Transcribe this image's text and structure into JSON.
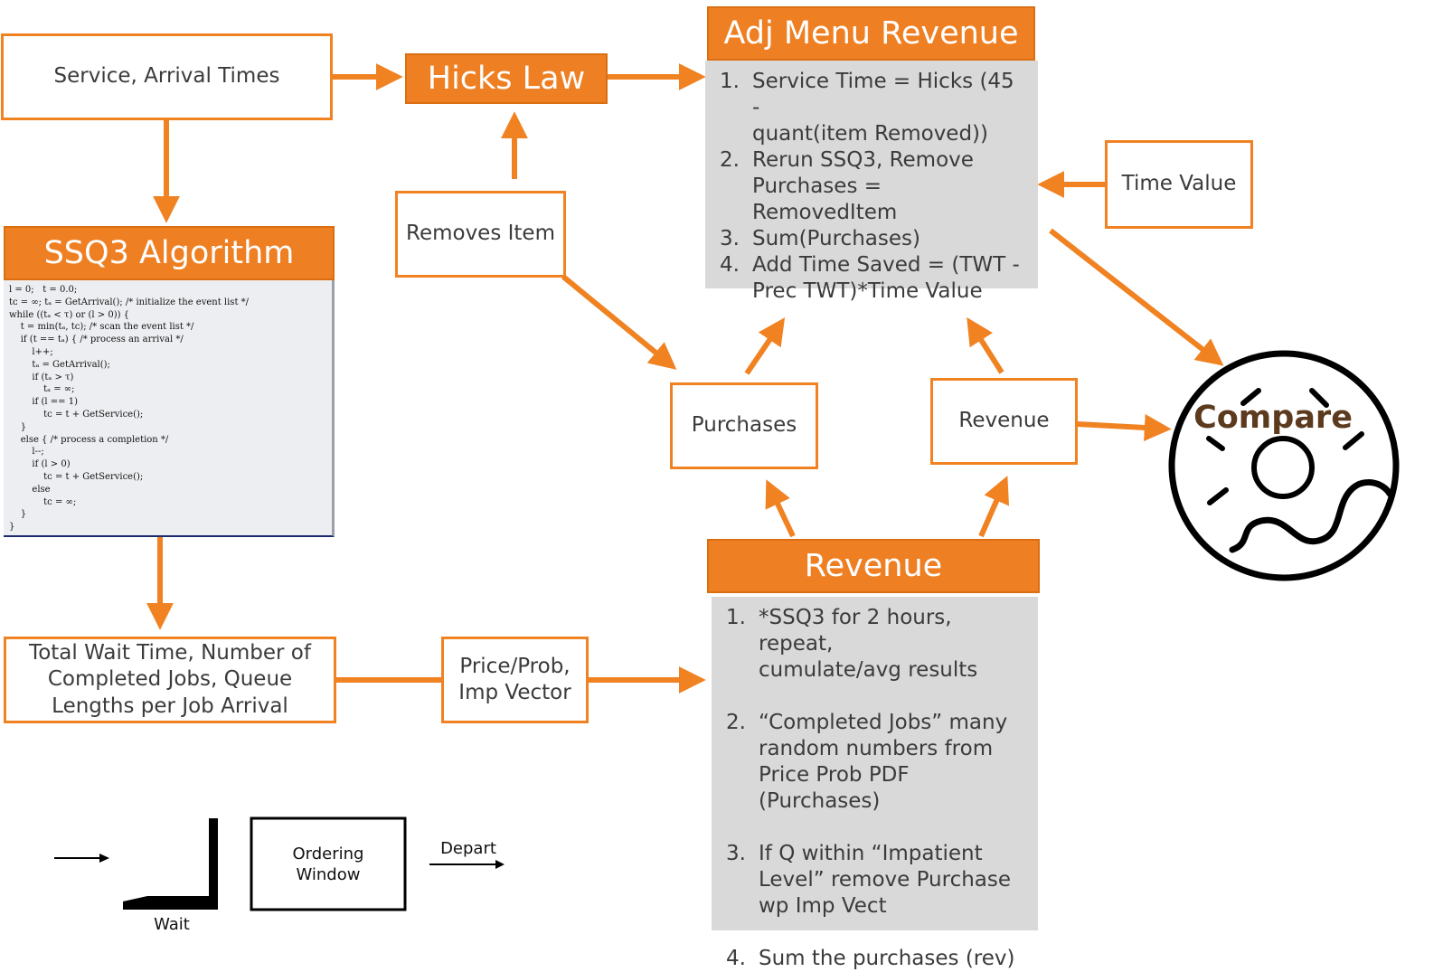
{
  "nodes": {
    "service_arrival": "Service, Arrival Times",
    "hicks_law": "Hicks Law",
    "adj_menu_title": "Adj Menu Revenue",
    "removes_item": "Removes Item",
    "time_value": "Time Value",
    "ssq3_title": "SSQ3 Algorithm",
    "purchases": "Purchases",
    "revenue_small": "Revenue",
    "compare": "Compare",
    "revenue_title": "Revenue",
    "totals_line1": "Total Wait Time, Number of",
    "totals_line2": "Completed Jobs, Queue",
    "totals_line3": "Lengths per Job Arrival",
    "price_line1": "Price/Prob,",
    "price_line2": "Imp Vector"
  },
  "adj_menu_items": [
    {
      "num": "1.",
      "lines": [
        "Service Time = Hicks (45 -",
        "quant(item Removed))"
      ]
    },
    {
      "num": "2.",
      "lines": [
        "Rerun SSQ3, Remove",
        "Purchases = RemovedItem"
      ]
    },
    {
      "num": "3.",
      "lines": [
        "Sum(Purchases)"
      ]
    },
    {
      "num": "4.",
      "lines": [
        "Add Time Saved = (TWT -",
        "Prec TWT)*Time Value"
      ]
    }
  ],
  "revenue_items": [
    {
      "num": "1.",
      "lines": [
        "*SSQ3 for 2 hours, repeat,",
        "cumulate/avg results"
      ]
    },
    {
      "num": "2.",
      "lines": [
        "“Completed Jobs” many",
        "random numbers from",
        "Price Prob PDF (Purchases)"
      ]
    },
    {
      "num": "3.",
      "lines": [
        "If Q within “Impatient",
        "Level” remove Purchase",
        "wp Imp Vect"
      ]
    },
    {
      "num": "4.",
      "lines": [
        "Sum the purchases (rev)"
      ]
    }
  ],
  "code_lines": [
    "l = 0;   t = 0.0;",
    "tᴄ = ∞; tₐ = GetArrival(); /* initialize the event list */",
    "while ((tₐ < τ) or (l > 0)) {",
    "    t = min(tₐ, tᴄ); /* scan the event list */",
    "    if (t == tₐ) { /* process an arrival */",
    "        l++;",
    "        tₐ = GetArrival();",
    "        if (tₐ > τ)",
    "            tₐ = ∞;",
    "        if (l == 1)",
    "            tᴄ = t + GetService();",
    "    }",
    "    else { /* process a completion */",
    "        l--;",
    "        if (l > 0)",
    "            tᴄ = t + GetService();",
    "        else",
    "            tᴄ = ∞;",
    "    }",
    "}"
  ],
  "queue_sketch": {
    "ordering_line1": "Ordering",
    "ordering_line2": "Window",
    "depart": "Depart",
    "wait": "Wait"
  },
  "colors": {
    "accent": "#EE7F22",
    "panel": "#D9D9D9",
    "text": "#3b3b3b"
  }
}
